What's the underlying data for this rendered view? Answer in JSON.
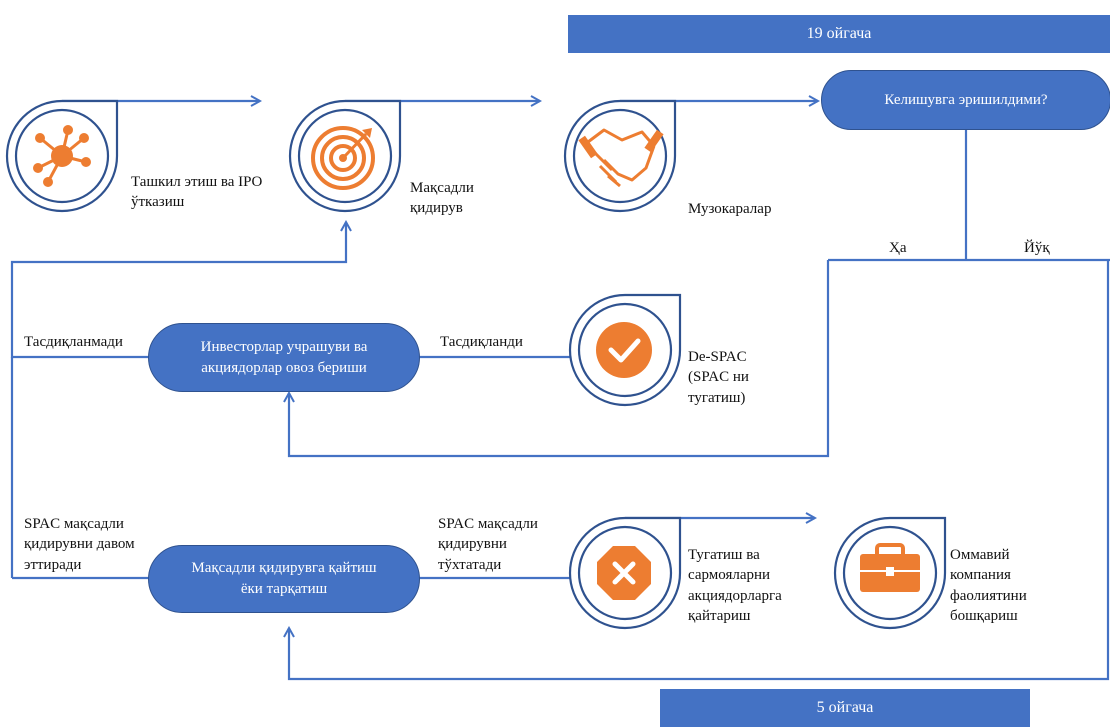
{
  "colors": {
    "primary": "#4472c4",
    "outline": "#2f528f",
    "icon": "#ed7d31",
    "text": "#111111"
  },
  "bands": {
    "top": "19 ойгача",
    "bottom": "5 ойгача"
  },
  "steps": {
    "ipo": {
      "label": "Ташкил этиш ва IPO ўтказиш",
      "icon": "network-icon"
    },
    "search": {
      "label": "Мақсадли қидирув",
      "icon": "target-icon"
    },
    "talks": {
      "label": "Музокаралар",
      "icon": "handshake-icon"
    },
    "despac": {
      "label": "De-SPAC (SPAC ни тугатиш)",
      "icon": "checkmark-icon"
    },
    "liquidate": {
      "label": "Тугатиш ва сармояларни акциядорларга қайтариш",
      "icon": "x-octagon-icon"
    },
    "public": {
      "label": "Оммавий компания фаолиятини бошқариш",
      "icon": "briefcase-icon"
    }
  },
  "decisions": {
    "deal": "Келишувга эришилдими?",
    "vote": "Инвесторлар учрашуви ва акциядорлар овоз бериши",
    "return": "Мақсадли қидирувга қайтиш ёки тарқатиш"
  },
  "edges": {
    "yes": "Ҳа",
    "no": "Йўқ",
    "approved": "Тасдиқланди",
    "rejected": "Тасдиқланмади",
    "continue": "SPAC мақсадли қидирувни давом эттиради",
    "stop": "SPAC мақсадли қидирувни тўхтатади"
  }
}
